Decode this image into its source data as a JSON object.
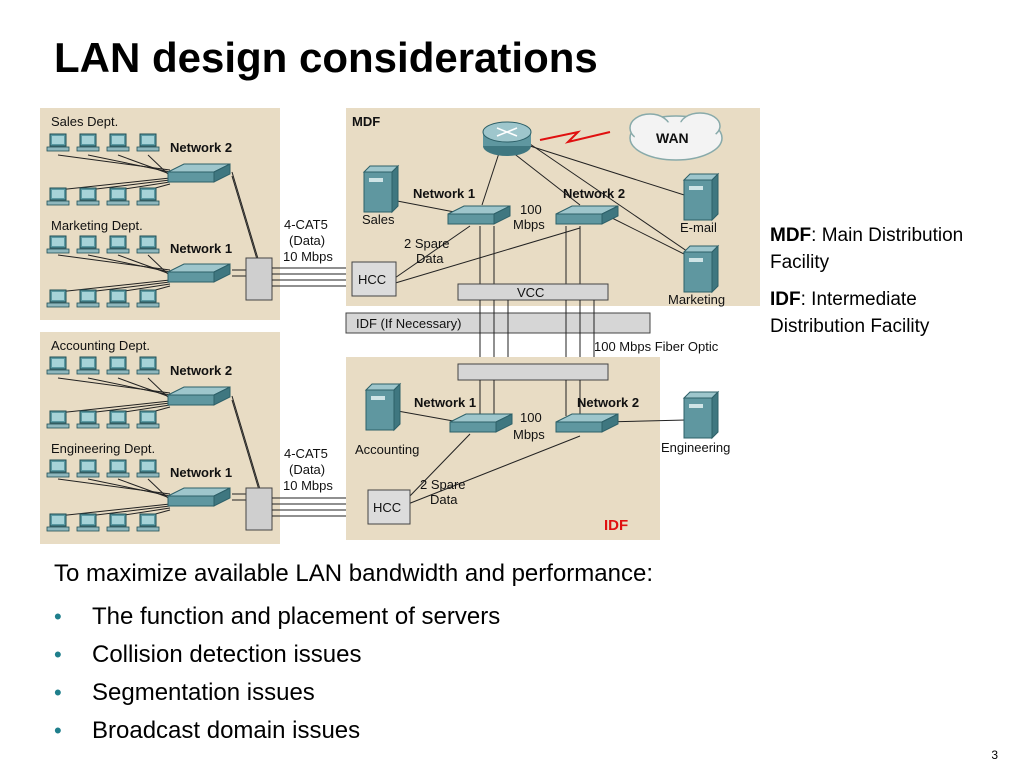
{
  "slide": {
    "title": "LAN design considerations",
    "page_number": "3"
  },
  "diagram": {
    "idf_top": {
      "depts": [
        "Sales Dept.",
        "Marketing Dept."
      ],
      "switches": [
        "Network 2",
        "Network 1"
      ],
      "link_label": [
        "4-CAT5",
        "(Data)",
        "10 Mbps"
      ]
    },
    "idf_bottom": {
      "depts": [
        "Accounting Dept.",
        "Engineering Dept."
      ],
      "switches": [
        "Network 2",
        "Network 1"
      ],
      "link_label": [
        "4-CAT5",
        "(Data)",
        "10 Mbps"
      ]
    },
    "mdf": {
      "title": "MDF",
      "wan": "WAN",
      "network1": "Network 1",
      "network2": "Network 2",
      "speed": [
        "100",
        "Mbps"
      ],
      "spare": [
        "2 Spare",
        "Data"
      ],
      "hcc": "HCC",
      "vcc": "VCC",
      "servers": [
        "Sales",
        "E-mail",
        "Marketing"
      ]
    },
    "idf_bar": "IDF (If Necessary)",
    "fiber": "100 Mbps Fiber Optic",
    "idf": {
      "title": "IDF",
      "network1": "Network 1",
      "network2": "Network 2",
      "speed": [
        "100",
        "Mbps"
      ],
      "spare": [
        "2 Spare",
        "Data"
      ],
      "hcc": "HCC",
      "servers": [
        "Accounting",
        "Engineering"
      ]
    }
  },
  "legend": [
    {
      "term": "MDF",
      "desc": ": Main Distribution Facility"
    },
    {
      "term": "IDF",
      "desc": ": Intermediate Distribution Facility"
    }
  ],
  "body": {
    "intro": "To maximize available LAN bandwidth and performance:",
    "bullets": [
      "The function and placement of servers",
      "Collision detection issues",
      "Segmentation issues",
      "Broadcast domain issues"
    ]
  },
  "colors": {
    "panel": "#e8dcc4",
    "teal": "#2e8a96",
    "accent_red": "#e01010",
    "bullet": "#1f7f8c"
  }
}
